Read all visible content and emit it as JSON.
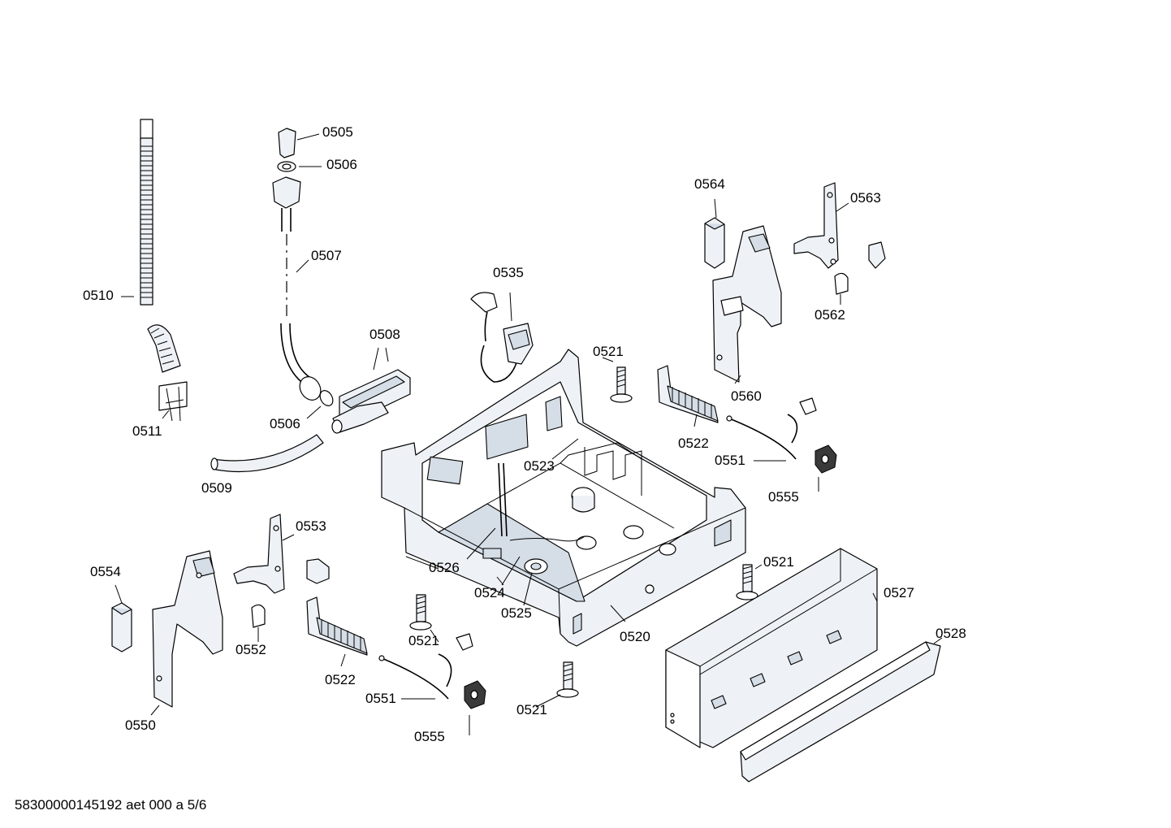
{
  "diagram": {
    "labels": {
      "l0505": "0505",
      "l0506a": "0506",
      "l0507": "0507",
      "l0510": "0510",
      "l0508": "0508",
      "l0506b": "0506",
      "l0511": "0511",
      "l0509": "0509",
      "l0535": "0535",
      "l0564": "0564",
      "l0563": "0563",
      "l0562": "0562",
      "l0560": "0560",
      "l0521a": "0521",
      "l0522a": "0522",
      "l0523": "0523",
      "l0551a": "0551",
      "l0555a": "0555",
      "l0553": "0553",
      "l0554": "0554",
      "l0552": "0552",
      "l0526": "0526",
      "l0524": "0524",
      "l0525": "0525",
      "l0521b": "0521",
      "l0527": "0527",
      "l0520": "0520",
      "l0521c": "0521",
      "l0528": "0528",
      "l0522b": "0522",
      "l0550": "0550",
      "l0551b": "0551",
      "l0521d": "0521",
      "l0555b": "0555"
    }
  },
  "footer": {
    "code": "58300000145192 aet 000 a 5/6"
  }
}
